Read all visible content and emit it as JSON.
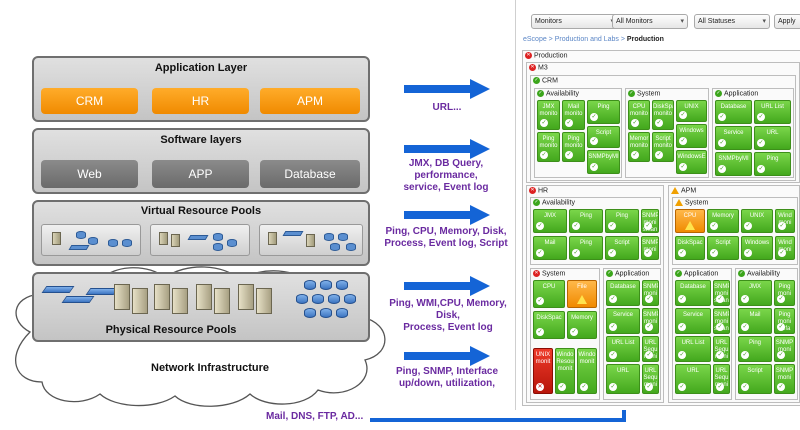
{
  "layers": {
    "application": {
      "title": "Application Layer",
      "boxes": [
        "CRM",
        "HR",
        "APM"
      ]
    },
    "software": {
      "title": "Software layers",
      "boxes": [
        "Web",
        "APP",
        "Database"
      ]
    },
    "virtual": {
      "title": "Virtual Resource Pools"
    },
    "physical": {
      "title": "Physical Resource Pools"
    },
    "network": {
      "title": "Network Infrastructure"
    }
  },
  "protocols": [
    "URL...",
    "JMX, DB Query, performance,\nservice, Event log",
    "Ping, CPU, Memory, Disk,\nProcess, Event log, Script",
    "Ping, WMI,CPU, Memory, Disk,\nProcess, Event log",
    "Ping, SNMP, Interface\nup/down, utilization,",
    "Mail, DNS, FTP, AD..."
  ],
  "dashboard": {
    "filters": [
      "Monitors",
      "All Monitors",
      "All Statuses"
    ],
    "apply_label": "Apply",
    "breadcrumb": {
      "prefix": "eScope > Production and Labs > ",
      "current": "Production"
    },
    "root": "Production",
    "groups": {
      "m3": "M3",
      "crm": "CRM",
      "hr": "HR",
      "apm": "APM"
    },
    "panels": {
      "crm_availability": {
        "title": "Availability",
        "tiles": [
          "JMX monito",
          "Mail monito",
          "Ping",
          "Script",
          "Ping monito",
          "Ping monito",
          "SNMPbyMI"
        ]
      },
      "crm_system": {
        "title": "System",
        "tiles": [
          "CPU monito",
          "DiskSpa monito",
          "UNIX",
          "Windows",
          "Memor monito",
          "Script monito",
          "WindowsE"
        ]
      },
      "crm_application": {
        "title": "Application",
        "tiles": [
          "Database",
          "URL List",
          "Service",
          "URL",
          "SNMPbyMI",
          "Ping"
        ]
      },
      "hr_availability": {
        "title": "Availability",
        "tiles": [
          "JMX",
          "Ping",
          "Ping",
          "SNMP moni sman",
          "Mail",
          "Ping",
          "Script",
          "SNMP moni"
        ]
      },
      "apm_system": {
        "title": "System",
        "tiles": [
          "CPU",
          "Memory",
          "UNIX",
          "Wind moni",
          "DiskSpac",
          "Script",
          "Windows",
          "Wind moni"
        ]
      },
      "hr_system": {
        "title": "System",
        "tiles": [
          "CPU",
          "File",
          "DiskSpac",
          "Memory",
          "UNIX monit",
          "Windo Resou monit",
          "Windo monit"
        ]
      },
      "hr_application": {
        "title": "Application",
        "tiles": [
          "Database",
          "SNMP moni",
          "Service",
          "SNMP moni",
          "URL List",
          "URL Sequ moni",
          "URL",
          "URL Sequ moni"
        ]
      },
      "apm_application": {
        "title": "Application",
        "tiles": [
          "Database",
          "SNMP moni sman",
          "Service",
          "SNMP moni sman",
          "URL List",
          "URL Sequ moni",
          "URL",
          "URL Sequ moni"
        ]
      },
      "apm_availability": {
        "title": "Availability",
        "tiles": [
          "JMX",
          "Ping moni",
          "Mail",
          "Ping moni defa",
          "Ping",
          "SNMP moni",
          "Script",
          "SNMP moni"
        ]
      }
    }
  },
  "colors": {
    "ok": "#43a81d",
    "warn": "#f08a00",
    "error": "#b7150a",
    "arrow": "#1464d6",
    "protocol_text": "#6a2aa0"
  }
}
